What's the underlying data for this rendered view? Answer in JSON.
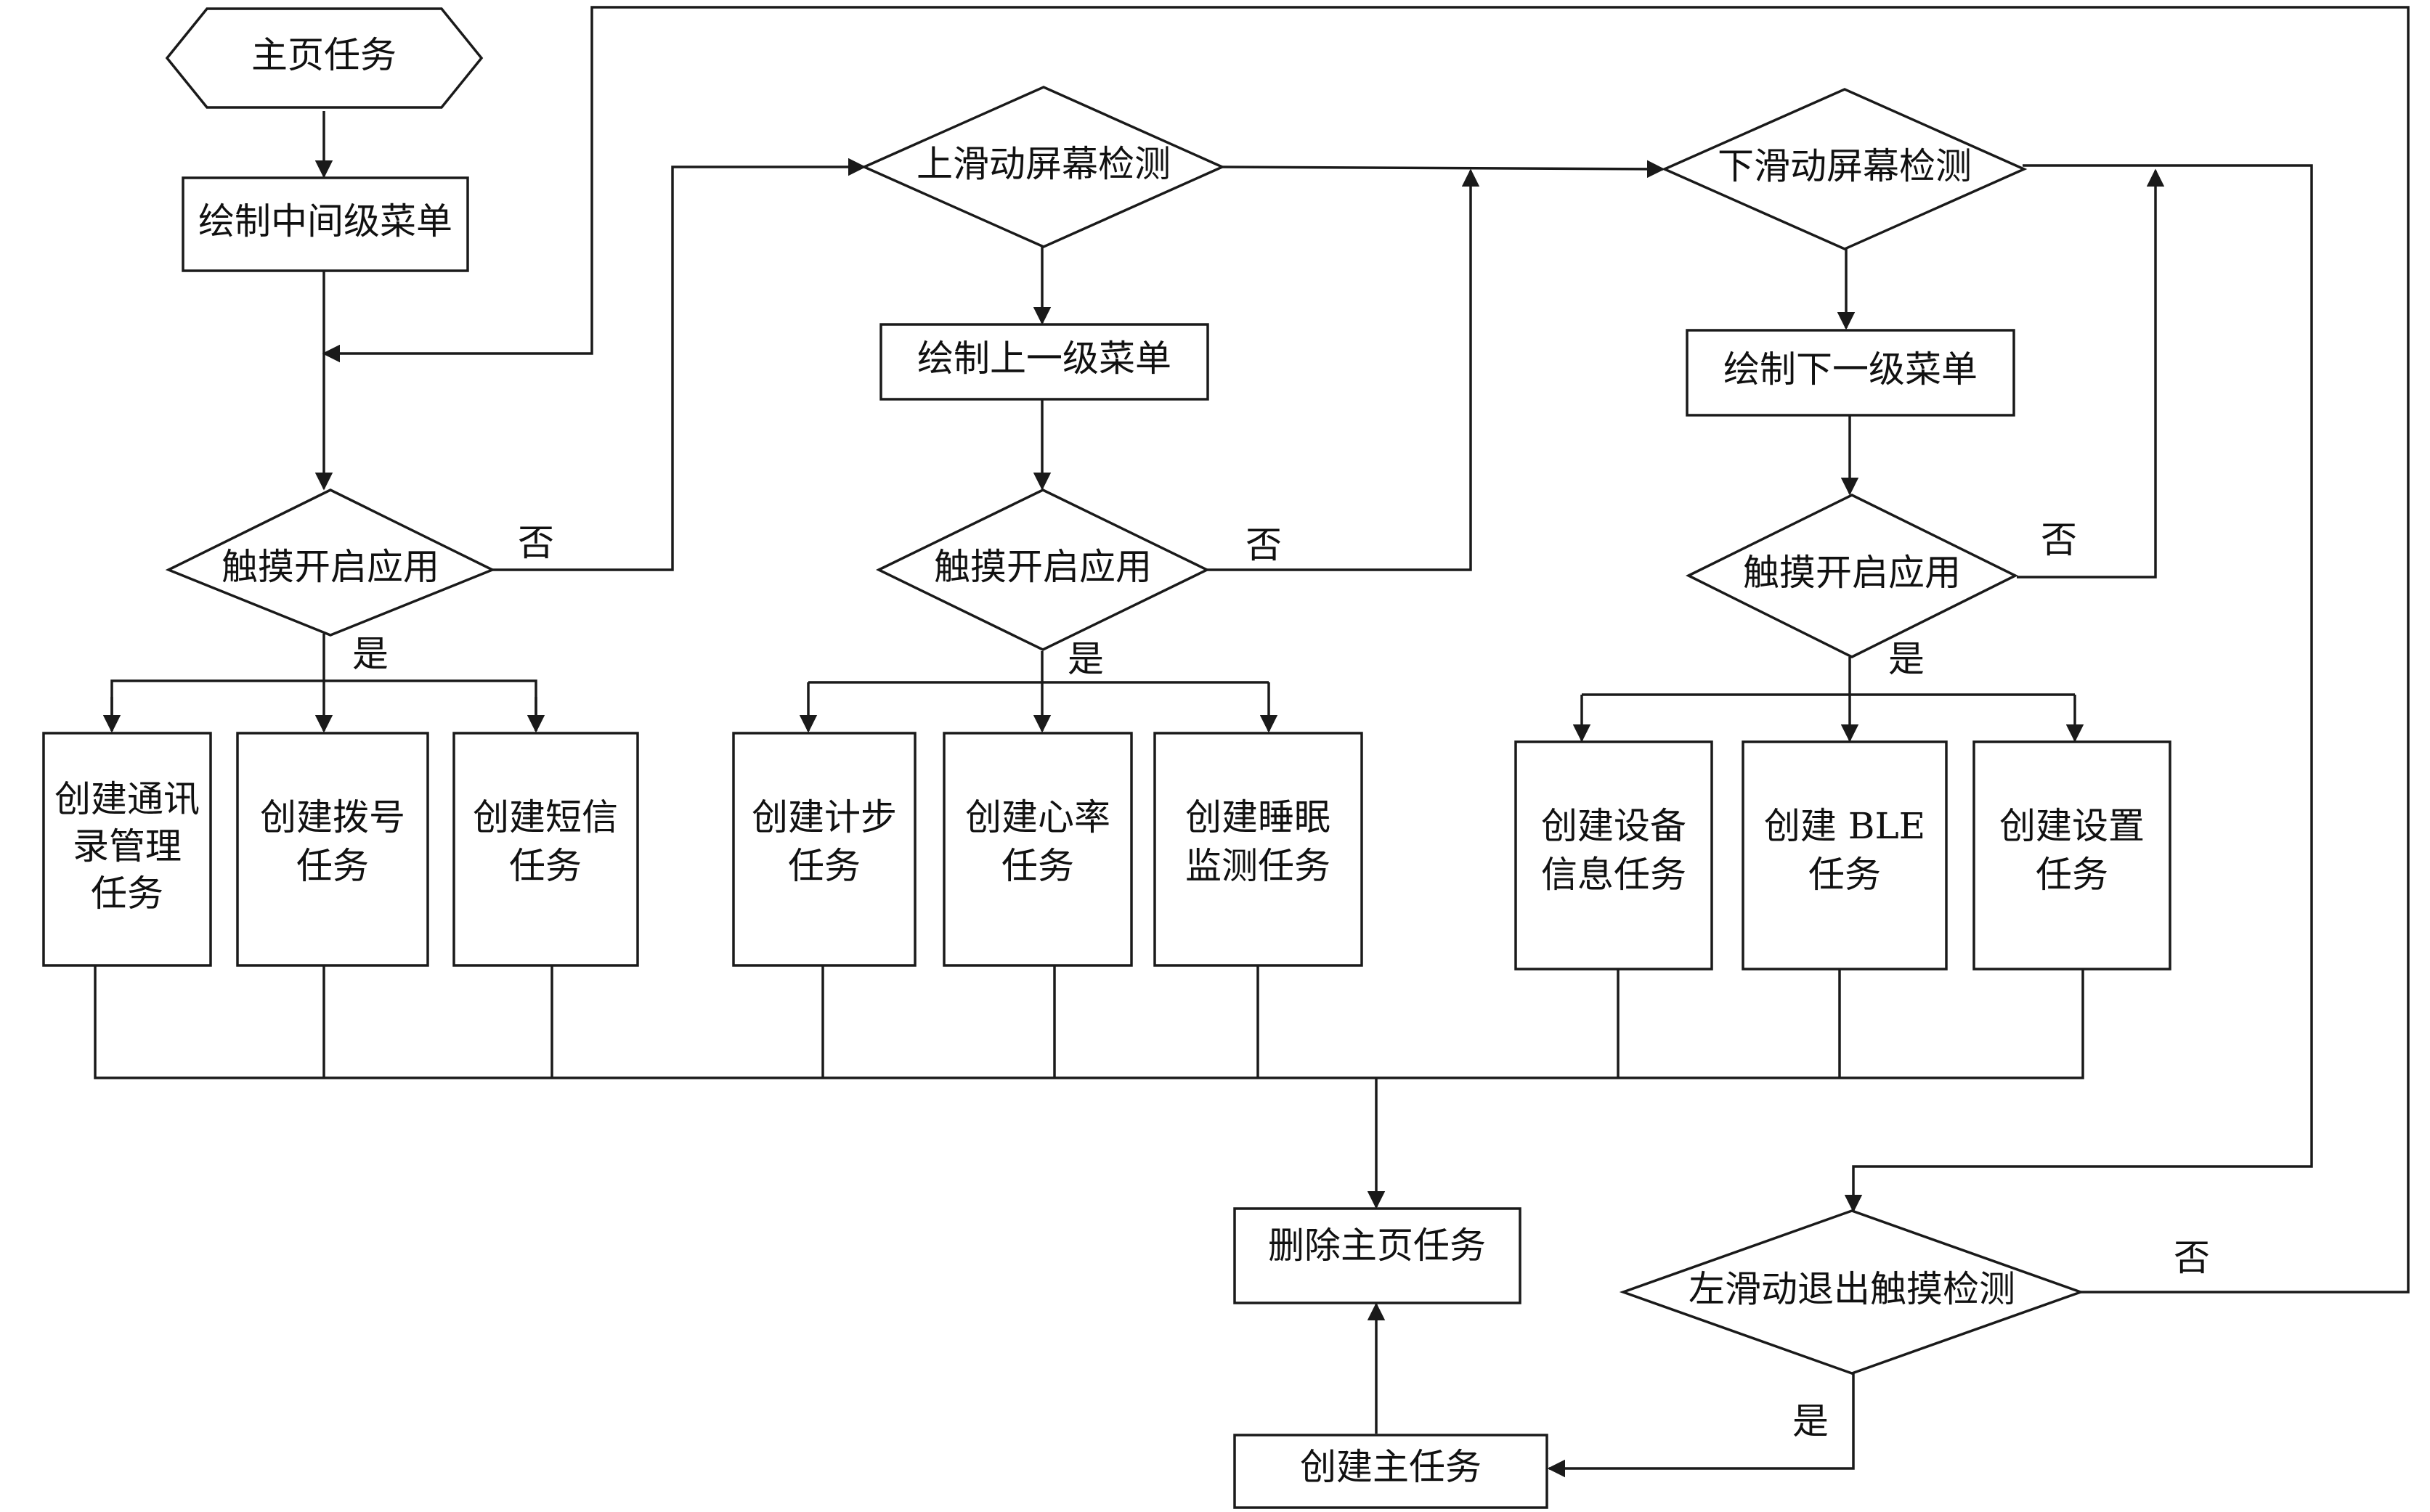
{
  "nodes": {
    "home_task": "主页任务",
    "draw_mid_menu": "绘制中间级菜单",
    "touch_open_app_1": "触摸开启应用",
    "create_contacts": [
      "创建通讯",
      "录管理",
      "任务"
    ],
    "create_dial": [
      "创建拨号",
      "任务"
    ],
    "create_sms": [
      "创建短信",
      "任务"
    ],
    "swipe_up_detect": "上滑动屏幕检测",
    "draw_upper_menu": "绘制上一级菜单",
    "touch_open_app_2": "触摸开启应用",
    "create_steps": [
      "创建计步",
      "任务"
    ],
    "create_heart_rate": [
      "创建心率",
      "任务"
    ],
    "create_sleep": [
      "创建睡眠",
      "监测任务"
    ],
    "swipe_down_detect": "下滑动屏幕检测",
    "draw_lower_menu": "绘制下一级菜单",
    "touch_open_app_3": "触摸开启应用",
    "create_device_info": [
      "创建设备",
      "信息任务"
    ],
    "create_ble": [
      "创建 BLE",
      "任务"
    ],
    "create_settings": [
      "创建设置",
      "任务"
    ],
    "delete_home_task": "删除主页任务",
    "left_swipe_exit": "左滑动退出触摸检测",
    "create_main_task": "创建主任务"
  },
  "labels": {
    "no_1": "否",
    "yes_1": "是",
    "no_2": "否",
    "yes_2": "是",
    "no_3": "否",
    "yes_3": "是",
    "no_4": "否",
    "yes_4": "是"
  }
}
